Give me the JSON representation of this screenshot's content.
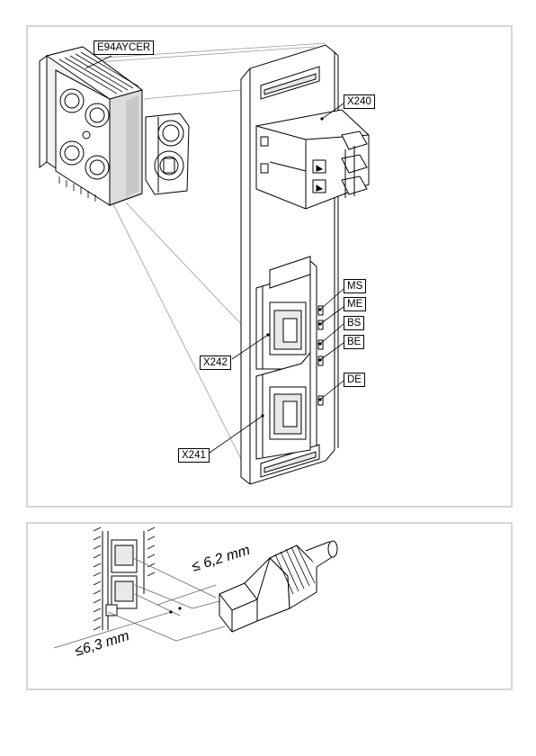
{
  "top_diagram": {
    "module_label": "E94AYCER",
    "connector_labels": {
      "x240": "X240",
      "x242": "X242",
      "x241": "X241"
    },
    "led_labels": {
      "ms": "MS",
      "me": "ME",
      "bs": "BS",
      "be": "BE",
      "de": "DE"
    }
  },
  "bottom_diagram": {
    "dimension_upper": "≤ 6,2 mm",
    "dimension_lower": "≤6,3 mm"
  },
  "colors": {
    "panel_border": "#d6d6d6",
    "line": "#000000",
    "shade": "#dcdcdc"
  }
}
